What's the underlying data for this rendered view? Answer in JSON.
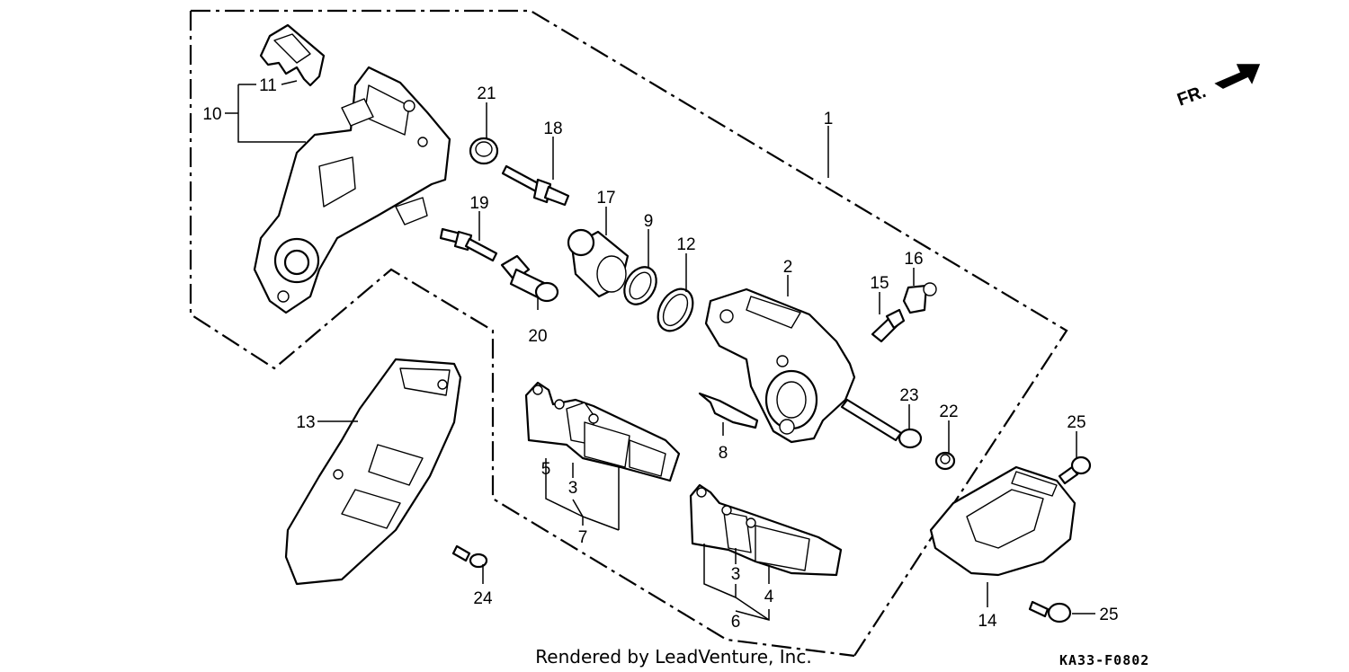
{
  "diagram": {
    "labels": {
      "p1": "1",
      "p2": "2",
      "p3a": "3",
      "p3b": "3",
      "p4": "4",
      "p5": "5",
      "p6": "6",
      "p7": "7",
      "p8": "8",
      "p9": "9",
      "p10": "10",
      "p11": "11",
      "p12": "12",
      "p13": "13",
      "p14": "14",
      "p15": "15",
      "p16": "16",
      "p17": "17",
      "p18": "18",
      "p19": "19",
      "p20": "20",
      "p21": "21",
      "p22": "22",
      "p23": "23",
      "p24": "24",
      "p25a": "25",
      "p25b": "25"
    },
    "direction": "FR.",
    "credit": "Rendered by LeadVenture, Inc.",
    "code": "KA33-F0802"
  }
}
